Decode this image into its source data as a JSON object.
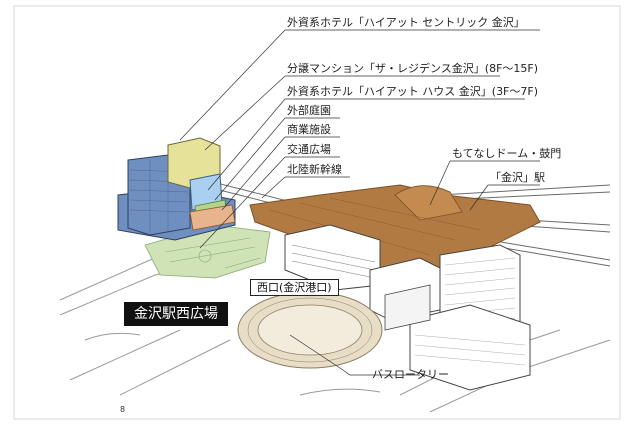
{
  "labels": {
    "hyatt_centric": "外資系ホテル「ハイアット セントリック 金沢」",
    "residence": "分譲マンション「ザ・レジデンス金沢」(8F〜15F)",
    "hyatt_house": "外資系ホテル「ハイアット ハウス 金沢」(3F〜7F)",
    "garden": "外部庭園",
    "commercial": "商業施設",
    "transport_plaza": "交通広場",
    "shinkansen": "北陸新幹線",
    "motenashi_dome": "もてなしドーム・鼓門",
    "kanazawa_station": "「金沢」駅",
    "west_exit": "西口(金沢港口)",
    "west_plaza": "金沢駅西広場",
    "bus_rotary": "バスロータリー"
  },
  "page_number": "8",
  "colors": {
    "tower_blue": "#6f8fc0",
    "residence_yellow": "#e6e29a",
    "hotel_lightblue": "#a9d0ee",
    "garden_green": "#b3d48a",
    "commercial_orange": "#e8b48c",
    "roof_brown": "#b07a42",
    "plaza_green": "#cfe3b6",
    "rotary_beige": "#e8ddc6"
  }
}
